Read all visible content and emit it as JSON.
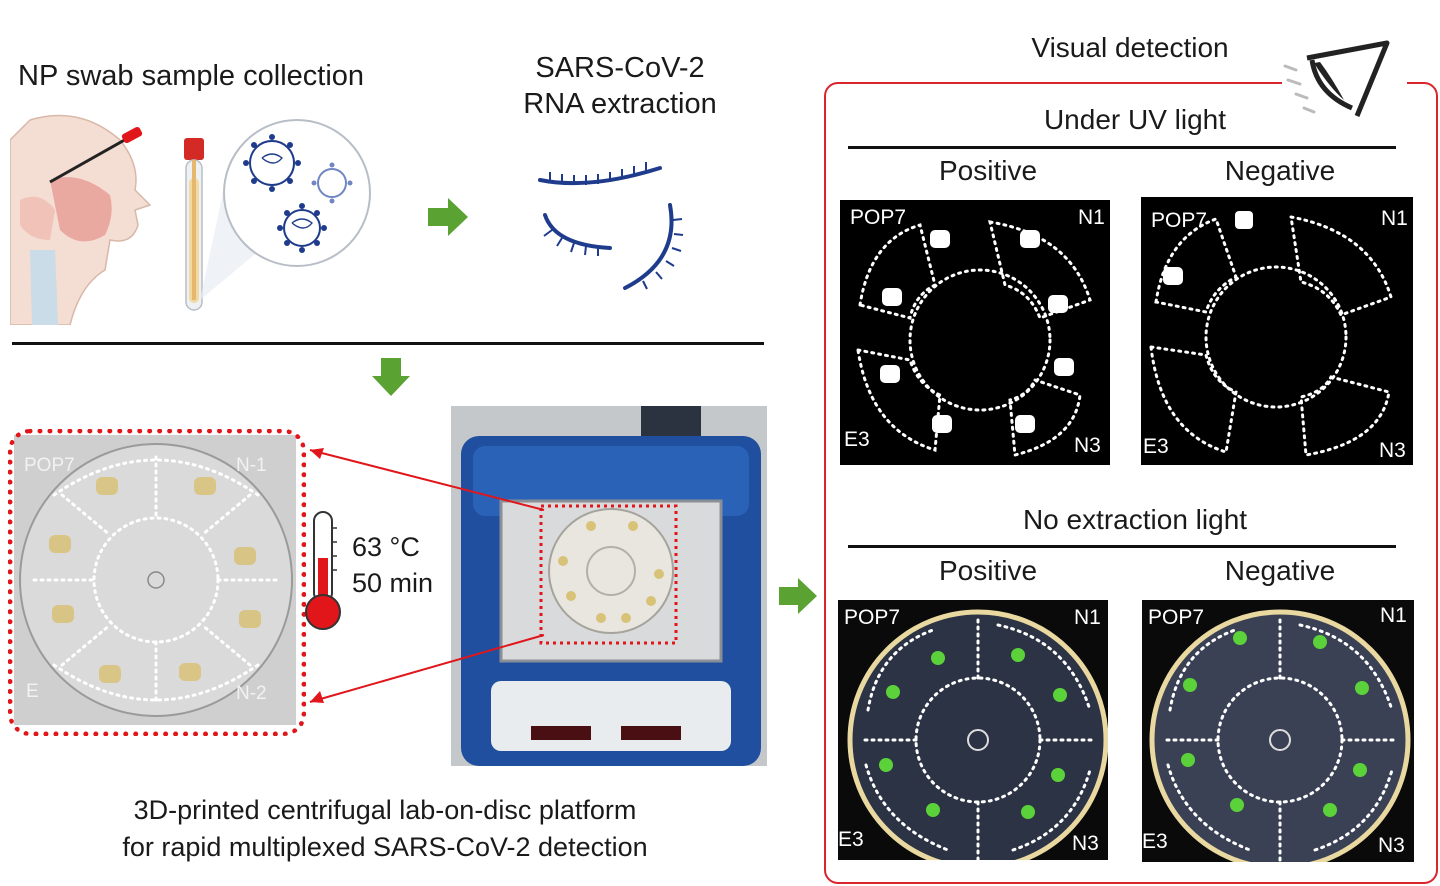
{
  "sample": {
    "title": "NP swab sample collection"
  },
  "extraction": {
    "title_line1": "SARS-CoV-2",
    "title_line2": "RNA extraction"
  },
  "visual": {
    "title": "Visual detection",
    "uv_header": "Under UV light",
    "noext_header": "No extraction light",
    "positive": "Positive",
    "negative": "Negative"
  },
  "disc_labels": {
    "pop7": "POP7",
    "n1": "N1",
    "e3": "E3",
    "n3": "N3"
  },
  "photo_disc_labels": {
    "pop7": "POP7",
    "n1": "N-1",
    "e": "E",
    "n2": "N-2"
  },
  "incubation": {
    "temp": "63 °C",
    "time": "50 min"
  },
  "platform": {
    "caption_line1": "3D-printed centrifugal lab-on-disc platform",
    "caption_line2": "for rapid multiplexed SARS-CoV-2 detection"
  },
  "colors": {
    "arrow_green": "#5aa232",
    "dotted_red": "#e0161b",
    "frame_red": "#d9262c",
    "virus_blue": "#1f3b8c",
    "device_blue": "#1f4f9e"
  }
}
